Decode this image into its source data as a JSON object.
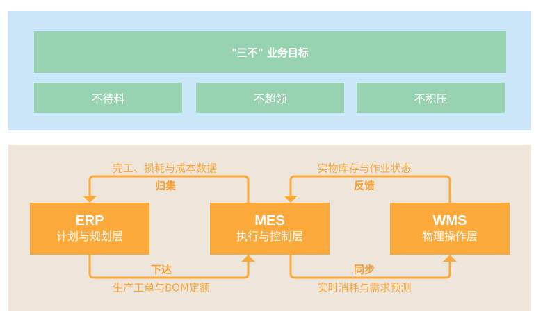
{
  "goals": {
    "title": "\"三不\" 业务目标",
    "items": [
      "不待料",
      "不超领",
      "不积压"
    ]
  },
  "systems": [
    {
      "name": "ERP",
      "layer": "计划与规划层"
    },
    {
      "name": "MES",
      "layer": "执行与控制层"
    },
    {
      "name": "WMS",
      "layer": "物理操作层"
    }
  ],
  "flows": [
    {
      "from": "MES",
      "to": "ERP",
      "verb": "归集",
      "content": "完工、损耗与成本数据",
      "direction": "up-loop"
    },
    {
      "from": "ERP",
      "to": "MES",
      "verb": "下达",
      "content": "生产工单与BOM定额",
      "direction": "down-loop"
    },
    {
      "from": "WMS",
      "to": "MES",
      "verb": "反馈",
      "content": "实物库存与作业状态",
      "direction": "up-loop"
    },
    {
      "from": "MES",
      "to": "WMS",
      "verb": "同步",
      "content": "实时消耗与需求预测",
      "direction": "down-loop"
    }
  ],
  "colors": {
    "goal_panel": "#CCE6F9",
    "goal_box": "#97D3B0",
    "system_panel": "#EEE5DB",
    "system_box": "#FBA93A",
    "flow": "#F9A93B"
  }
}
